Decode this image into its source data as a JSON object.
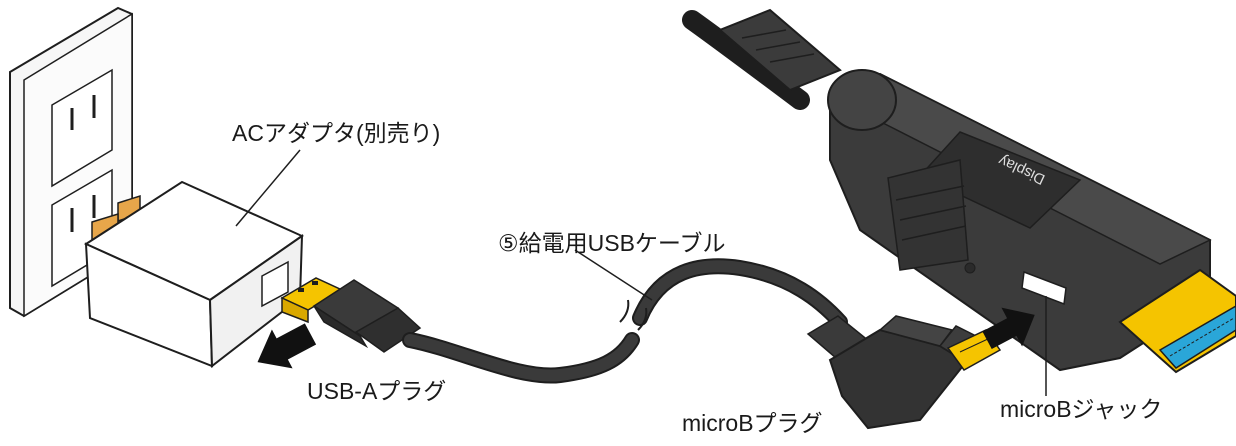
{
  "labels": {
    "ac_adapter": "ACアダプタ(別売り)",
    "usb_cable": "⑤給電用USBケーブル",
    "usb_a_plug": "USB-Aプラグ",
    "microb_plug": "microBプラグ",
    "microb_jack": "microBジャック"
  },
  "device": {
    "engraving": "Display"
  },
  "colors": {
    "wall_plate": "#f4f4f4",
    "outline": "#1e1e1e",
    "adapter_body": "#ffffff",
    "gold_connector": "#f5c400",
    "cable": "#2e2e2e",
    "device_body": "#3b3b3b",
    "device_dark": "#2a2a2a",
    "hdmi_blue": "#2aa6d8",
    "arrow": "#111111"
  }
}
